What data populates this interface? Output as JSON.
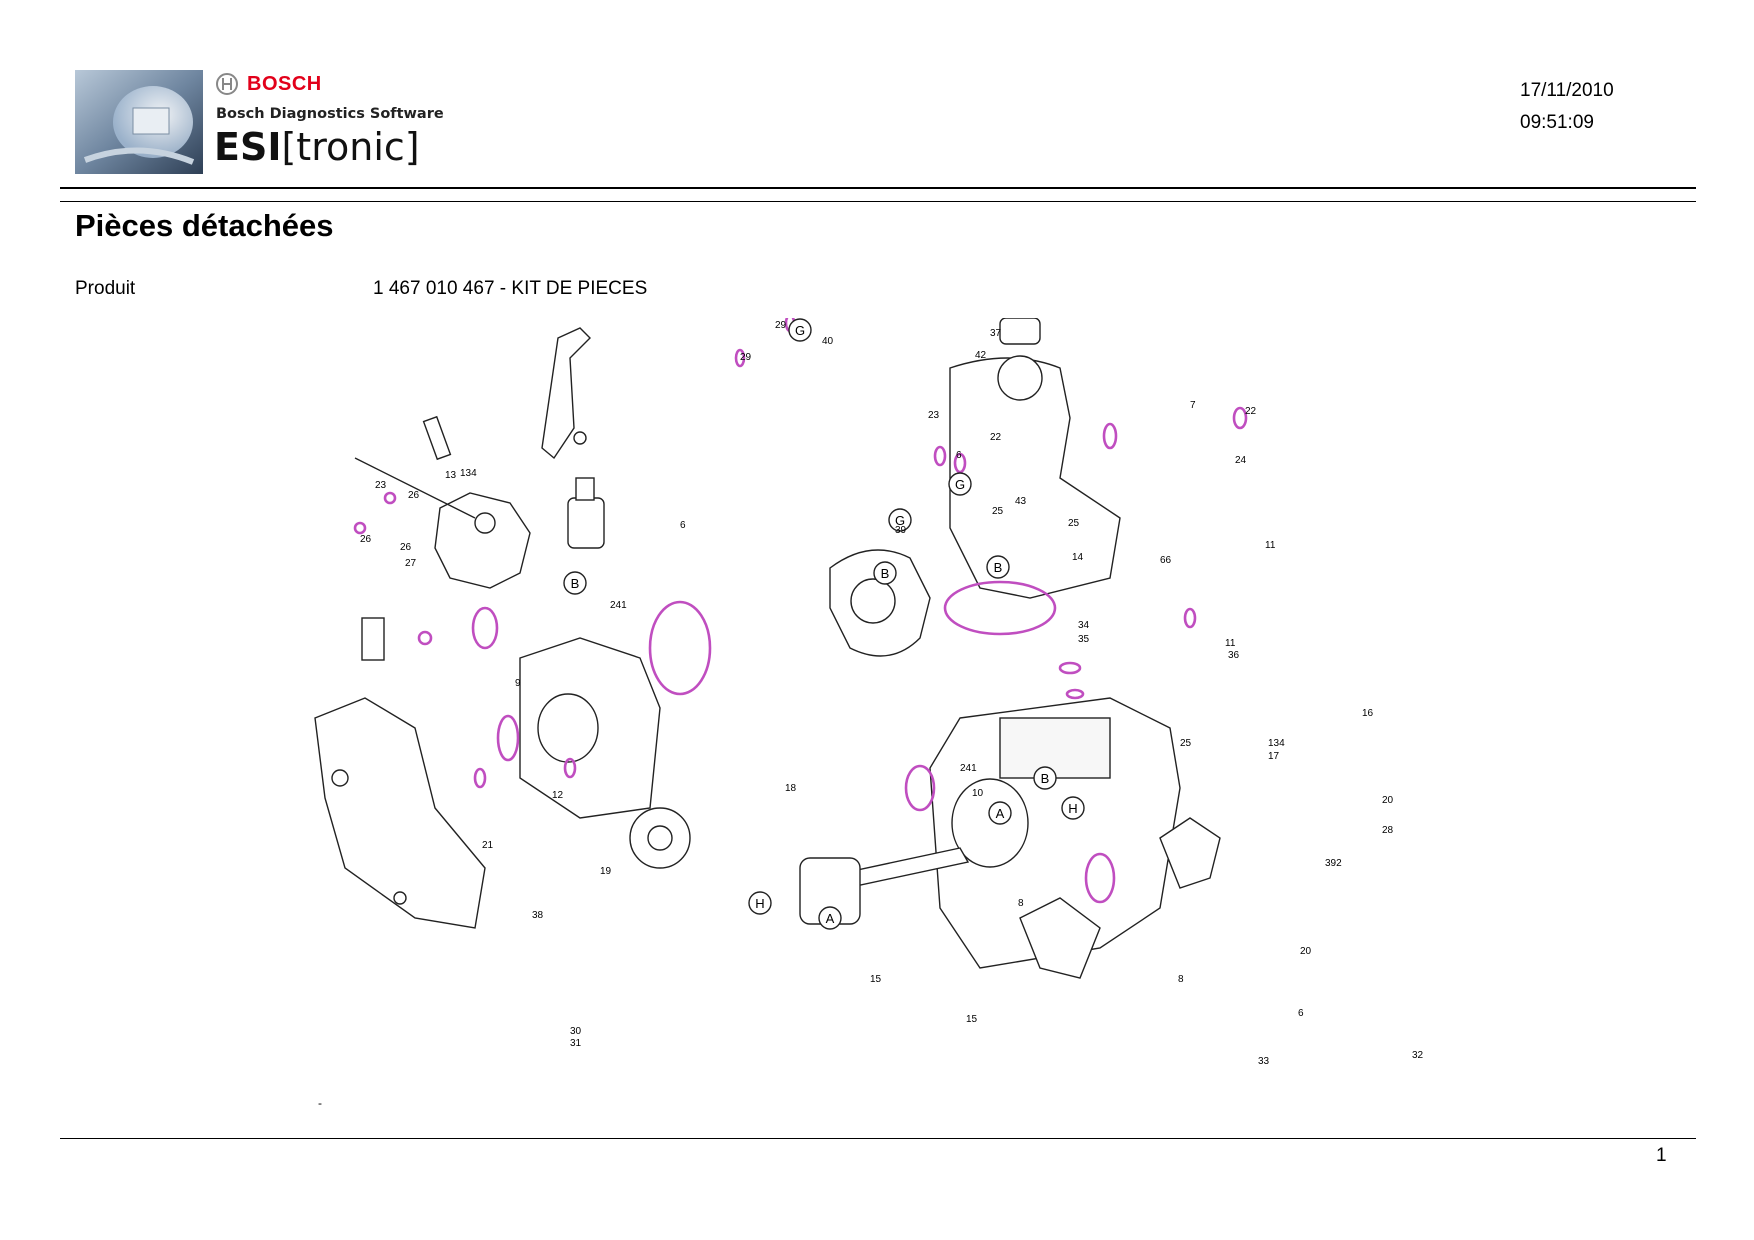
{
  "header": {
    "brand": "BOSCH",
    "software_name": "Bosch Diagnostics Software",
    "product_logo_bold": "ESI",
    "product_logo_rest": "[tronic]",
    "date": "17/11/2010",
    "time": "09:51:09"
  },
  "page": {
    "title": "Pièces détachées",
    "product_label": "Produit",
    "product_value": "1 467 010 467 - KIT DE PIECES",
    "footer_dash": "-",
    "page_number": "1"
  },
  "diagram": {
    "callout_letters": [
      "G",
      "G",
      "G",
      "B",
      "B",
      "B",
      "A",
      "A",
      "H",
      "H",
      "B"
    ],
    "part_numbers": [
      "29",
      "29",
      "40",
      "37",
      "42",
      "23",
      "22",
      "7",
      "24",
      "13",
      "134",
      "23",
      "26",
      "26",
      "26",
      "27",
      "241",
      "6",
      "6",
      "22",
      "25",
      "43",
      "25",
      "39",
      "14",
      "66",
      "11",
      "34",
      "35",
      "11",
      "36",
      "9",
      "18",
      "12",
      "21",
      "19",
      "38",
      "241",
      "10",
      "16",
      "25",
      "134",
      "17",
      "20",
      "28",
      "8",
      "392",
      "20",
      "8",
      "6",
      "33",
      "32",
      "15",
      "15",
      "30",
      "31"
    ]
  },
  "colors": {
    "accent_part": "#c04ec0",
    "brand_red": "#e2001a"
  }
}
